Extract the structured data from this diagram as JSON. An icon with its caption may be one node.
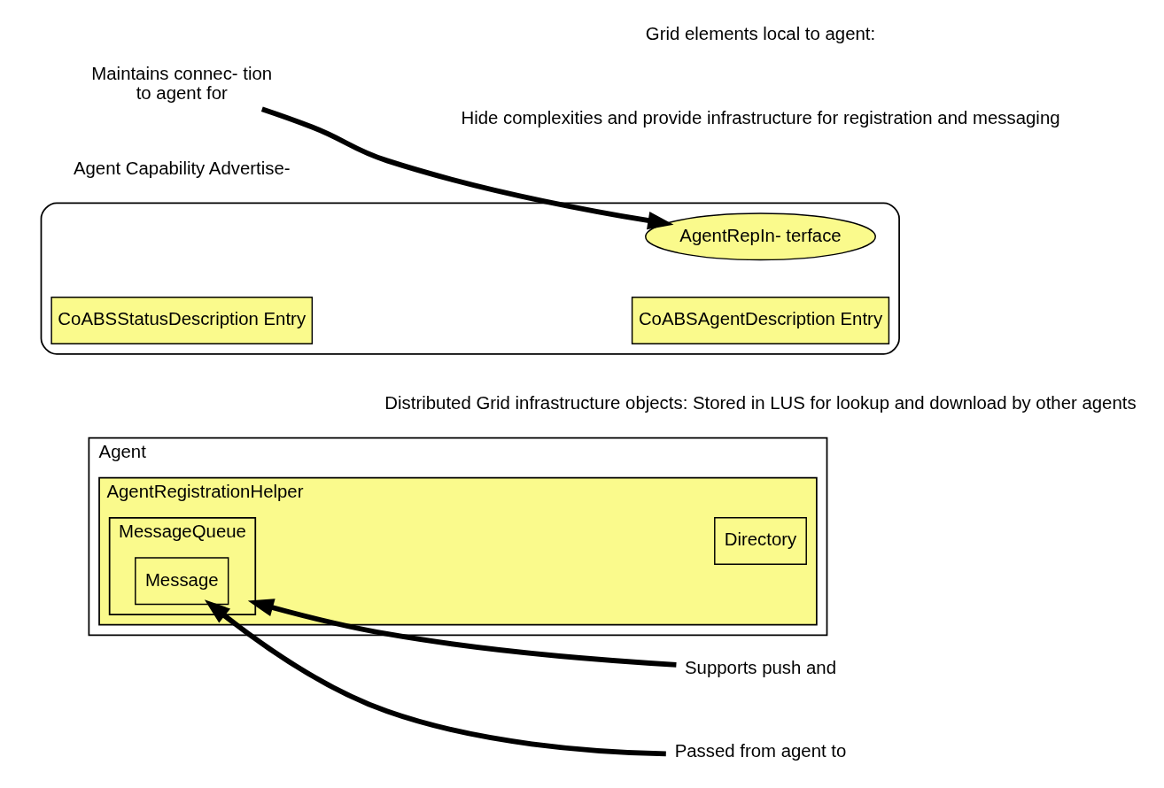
{
  "diagram": {
    "nodes": [
      {
        "text": [
          "Maintains connec- tion",
          "to agent for"
        ]
      },
      {
        "text": [],
        "shape": "ellipse"
      },
      {
        "text": [
          "AgentRepIn- terface"
        ],
        "in": 1
      },
      {
        "text": [
          "CoABSAgentDescription Entry"
        ],
        "in": 1
      },
      {
        "text": [
          "CoABSStatusDescription Entry"
        ],
        "in": 1
      },
      {
        "text": [
          "Agent"
        ]
      },
      {
        "text": [
          "AgentRegistrationHelper"
        ],
        "in": 5
      },
      {
        "text": [
          "Directory"
        ],
        "in": 6
      },
      {
        "text": [
          "MessageQueue"
        ],
        "in": 6
      },
      {
        "text": [
          "Message"
        ],
        "in": 8
      },
      {
        "text": [
          "Supports push and"
        ]
      },
      {
        "text": [
          "Passed from agent to"
        ]
      }
    ],
    "edges": [
      {
        "from": 0,
        "to": 2,
        "arrow": "to"
      },
      {
        "from": 10,
        "to": 8,
        "arrow": "to"
      },
      {
        "from": 11,
        "to": 9,
        "arrow": "to"
      }
    ],
    "labels": [
      "Agent Capability Advertise-",
      "Distributed Grid infrastructure objects: Stored in LUS for lookup and download by other agents",
      "Grid elements local to agent:",
      "Hide complexities and provide infrastructure for registration and messaging"
    ]
  }
}
